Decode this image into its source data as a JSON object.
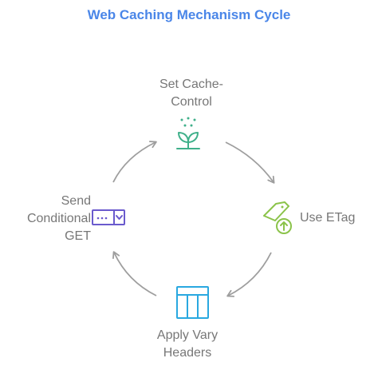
{
  "title": "Web Caching Mechanism Cycle",
  "steps": [
    {
      "label_lines": [
        "Set Cache-",
        "Control"
      ],
      "icon": "sprout-icon",
      "color": "#3fb08a"
    },
    {
      "label_lines": [
        "Use ETag"
      ],
      "icon": "tag-upload-icon",
      "color": "#8bc34a"
    },
    {
      "label_lines": [
        "Apply Vary",
        "Headers"
      ],
      "icon": "table-columns-icon",
      "color": "#29a8e0"
    },
    {
      "label_lines": [
        "Send",
        "Conditional",
        "GET"
      ],
      "icon": "dropdown-select-icon",
      "color": "#6a5acd"
    }
  ],
  "arrow_color": "#9e9e9e"
}
